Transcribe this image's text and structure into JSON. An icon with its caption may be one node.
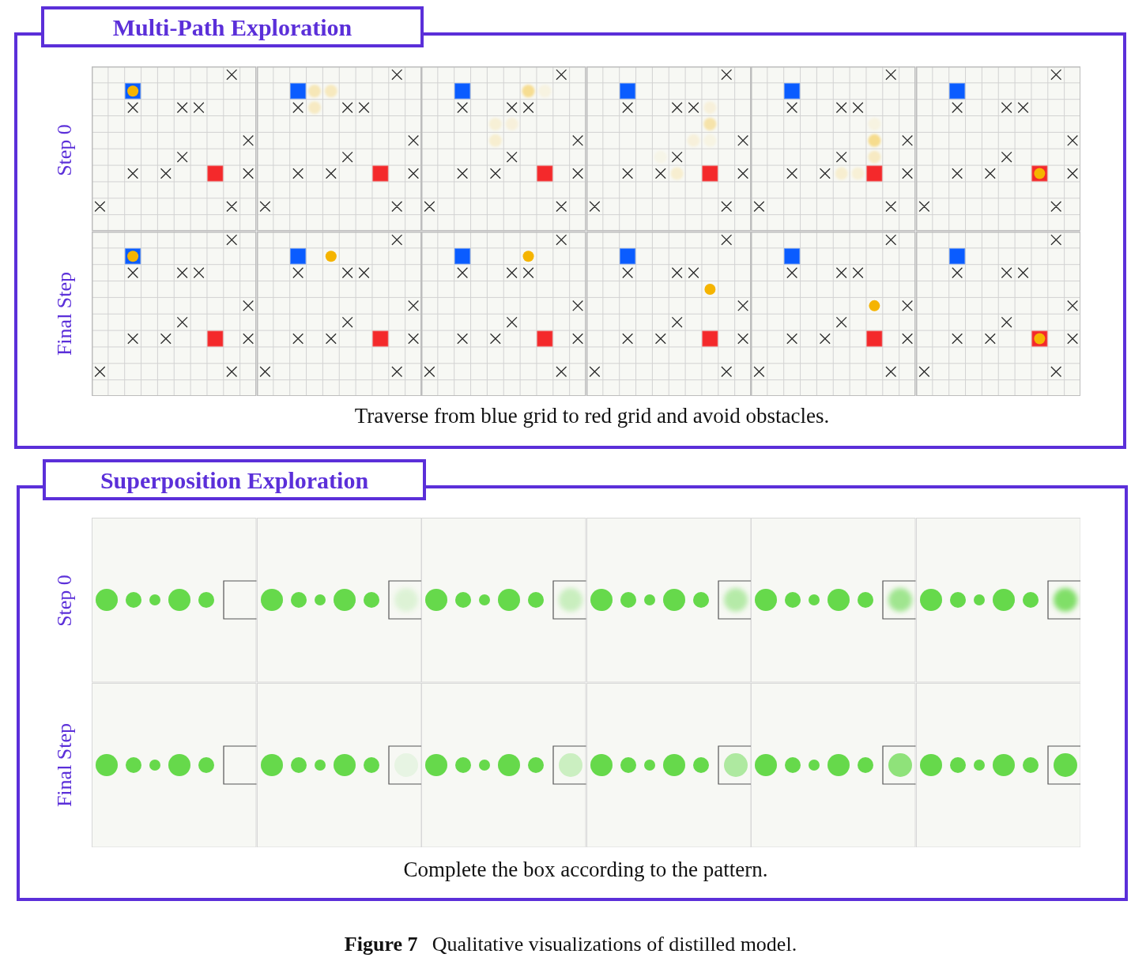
{
  "diagram": {
    "caption": "**Figure 7** Qualitative visualizations of distilled model.",
    "nodes": [
      {
        "text": [
          "Multi-Path Exploration"
        ]
      },
      {
        "text": [
          "Traverse from blue grid to red grid and avoid obstacles."
        ]
      },
      {
        "text": [
          "Superposition Exploration"
        ]
      },
      {
        "text": [
          "Complete the box according to the pattern."
        ]
      }
    ],
    "labels": [
      "Step 0",
      "Final Step",
      "Step 0",
      "Final Step"
    ]
  }
}
